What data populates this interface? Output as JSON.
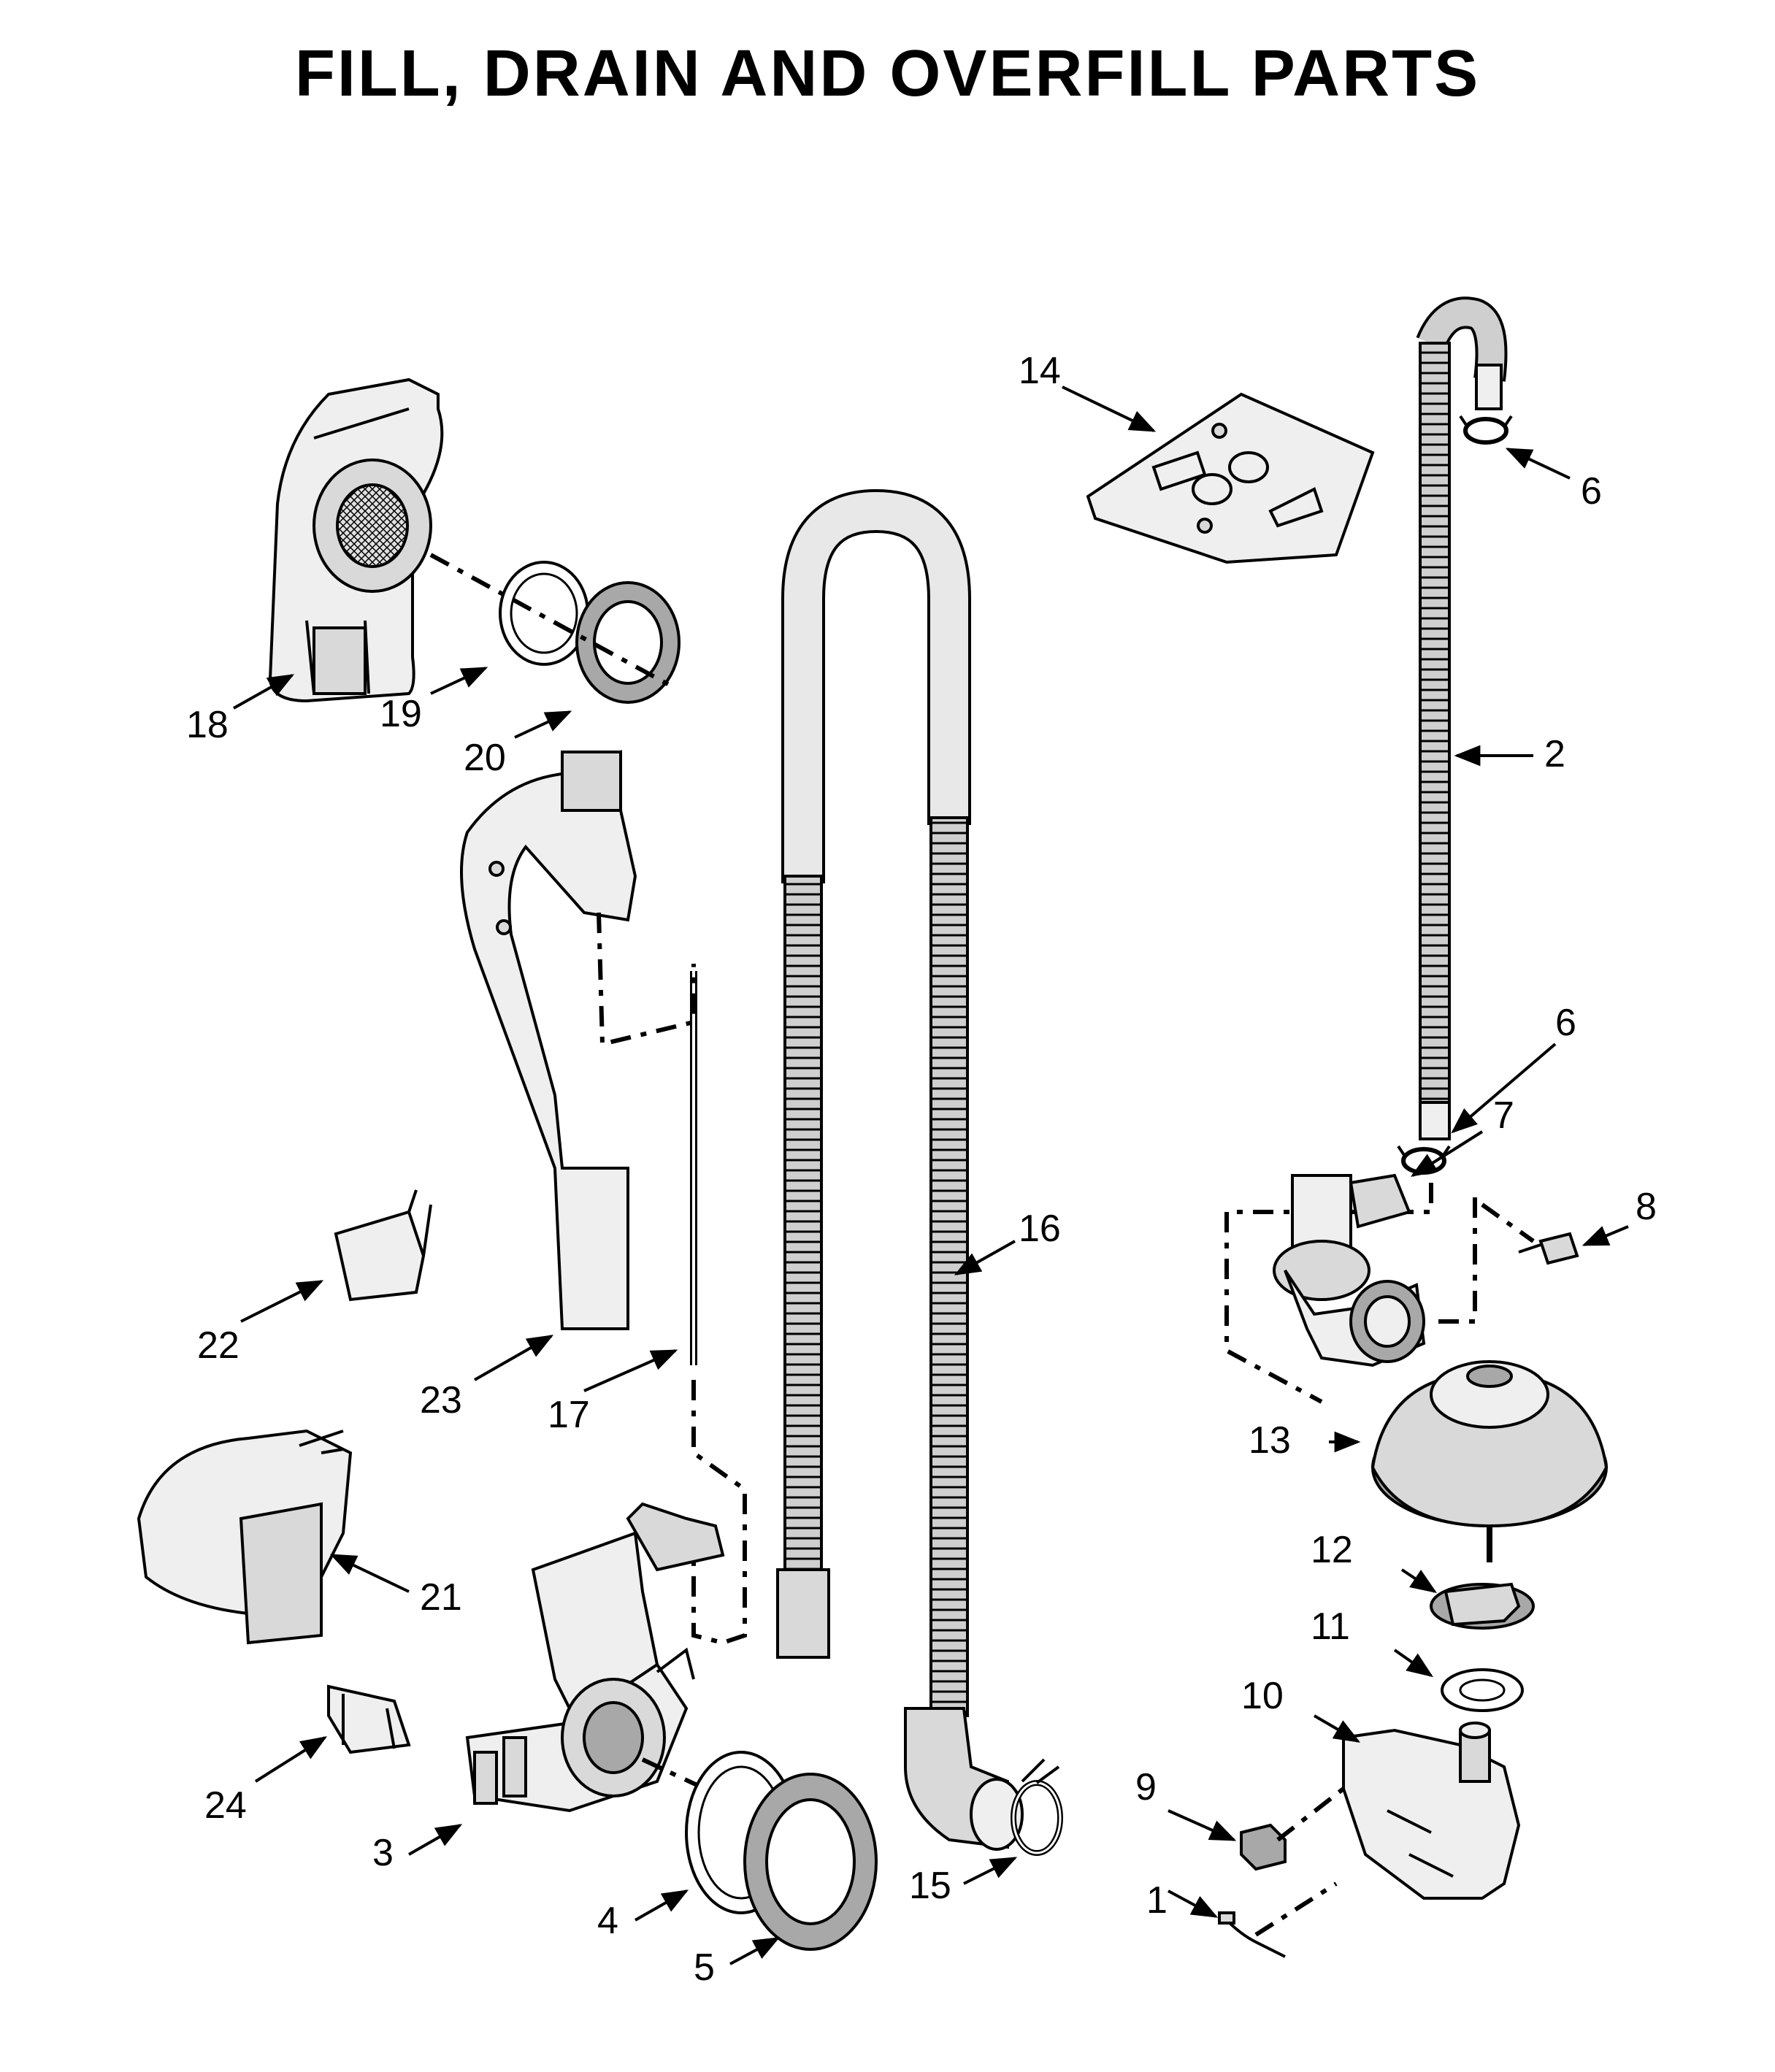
{
  "title": "FILL, DRAIN AND OVERFILL PARTS",
  "callouts": [
    "1",
    "2",
    "3",
    "4",
    "5",
    "6",
    "6",
    "7",
    "8",
    "9",
    "10",
    "11",
    "12",
    "13",
    "14",
    "15",
    "16",
    "17",
    "18",
    "19",
    "20",
    "21",
    "22",
    "23",
    "24"
  ]
}
